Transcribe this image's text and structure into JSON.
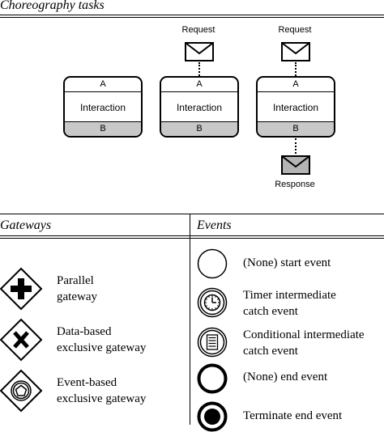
{
  "choreography": {
    "title": "Choreography tasks",
    "tasks": [
      {
        "top": "A",
        "middle": "Interaction",
        "bottom": "B"
      },
      {
        "top": "A",
        "middle": "Interaction",
        "bottom": "B"
      },
      {
        "top": "A",
        "middle": "Interaction",
        "bottom": "B"
      }
    ],
    "request_label": "Request",
    "response_label": "Response"
  },
  "gateways": {
    "title": "Gateways",
    "items": [
      {
        "line1": "Parallel",
        "line2": "gateway",
        "icon": "parallel-gateway-icon"
      },
      {
        "line1": "Data-based",
        "line2": "exclusive gateway",
        "icon": "data-based-exclusive-gateway-icon"
      },
      {
        "line1": "Event-based",
        "line2": "exclusive gateway",
        "icon": "event-based-exclusive-gateway-icon"
      }
    ]
  },
  "events": {
    "title": "Events",
    "items": [
      {
        "line1": "(None) start event",
        "line2": "",
        "icon": "start-event-icon"
      },
      {
        "line1": "Timer intermediate",
        "line2": "catch event",
        "icon": "timer-event-icon"
      },
      {
        "line1": "Conditional intermediate",
        "line2": "catch event",
        "icon": "conditional-event-icon"
      },
      {
        "line1": "(None) end event",
        "line2": "",
        "icon": "end-event-icon"
      },
      {
        "line1": "Terminate end event",
        "line2": "",
        "icon": "terminate-end-event-icon"
      }
    ]
  }
}
